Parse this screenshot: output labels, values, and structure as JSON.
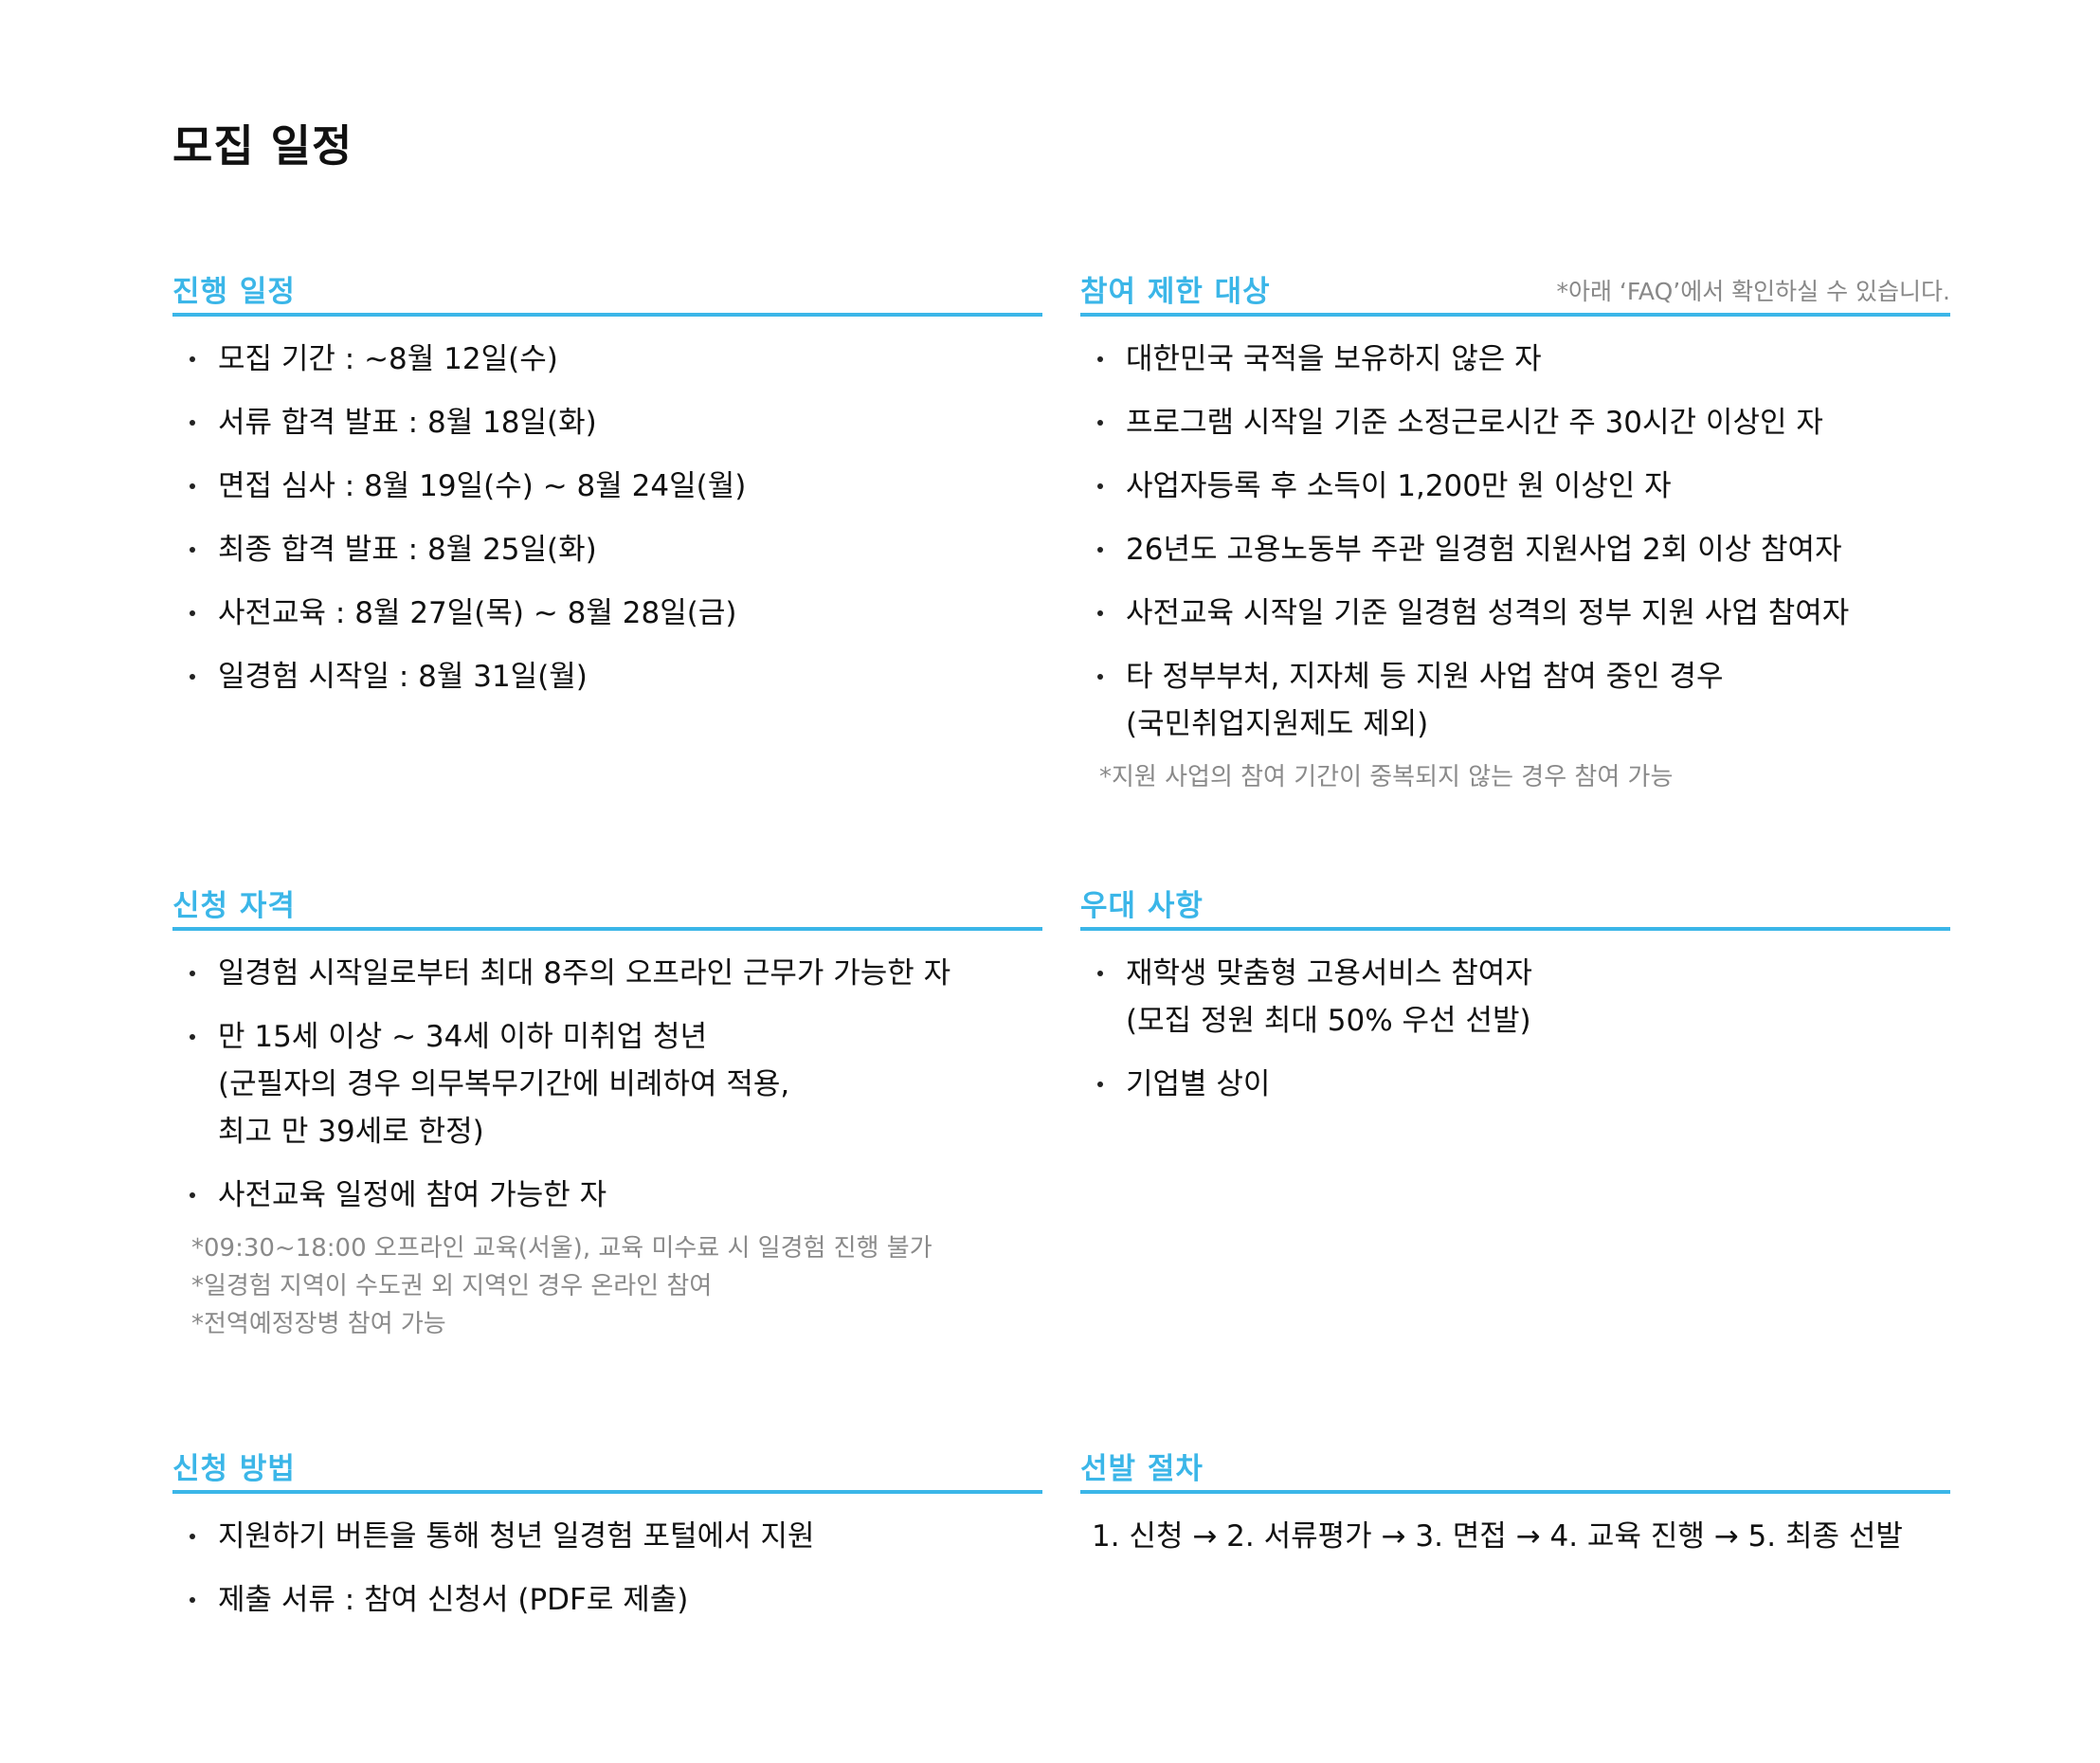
{
  "page_title": "모집 일정",
  "accent_color": "#3bb6e8",
  "sections": {
    "schedule": {
      "title": "진행 일정",
      "items": [
        "모집 기간 : ~8월 12일(수)",
        "서류 합격 발표 : 8월 18일(화)",
        "면접 심사 : 8월 19일(수) ~ 8월 24일(월)",
        "최종 합격 발표 : 8월 25일(화)",
        "사전교육 : 8월 27일(목) ~ 8월 28일(금)",
        "일경험 시작일 : 8월 31일(월)"
      ]
    },
    "restrictions": {
      "title": "참여 제한 대상",
      "note": "*아래 ‘FAQ’에서 확인하실 수 있습니다.",
      "items": [
        "대한민국 국적을 보유하지 않은 자",
        "프로그램 시작일 기준 소정근로시간 주 30시간 이상인 자",
        "사업자등록 후 소득이 1,200만 원 이상인 자",
        "26년도 고용노동부 주관 일경험 지원사업 2회 이상 참여자",
        "사전교육 시작일 기준 일경험 성격의 정부 지원 사업 참여자"
      ],
      "item6_line1": "타 정부부처, 지자체 등 지원 사업 참여 중인 경우",
      "item6_line2": "(국민취업지원제도 제외)",
      "footnote": "*지원 사업의 참여 기간이 중복되지 않는 경우 참여 가능"
    },
    "eligibility": {
      "title": "신청 자격",
      "item1": "일경험 시작일로부터 최대 8주의 오프라인 근무가 가능한 자",
      "item2_line1": "만 15세 이상 ~ 34세 이하 미취업 청년",
      "item2_line2": "(군필자의 경우 의무복무기간에 비례하여 적용,",
      "item2_line3": "최고 만 39세로 한정)",
      "item3": "사전교육 일정에 참여 가능한 자",
      "notes": [
        "*09:30~18:00 오프라인 교육(서울), 교육 미수료 시 일경험 진행 불가",
        "*일경험 지역이 수도권 외 지역인 경우 온라인 참여",
        "*전역예정장병 참여 가능"
      ]
    },
    "preference": {
      "title": "우대 사항",
      "item1_line1": "재학생 맞춤형 고용서비스 참여자",
      "item1_line2": "(모집 정원 최대 50% 우선 선발)",
      "item2": "기업별 상이"
    },
    "method": {
      "title": "신청 방법",
      "items": [
        "지원하기 버튼을 통해 청년 일경험 포털에서 지원",
        "제출 서류 : 참여 신청서 (PDF로 제출)"
      ]
    },
    "selection": {
      "title": "선발 절차",
      "process": "1. 신청 → 2. 서류평가 → 3. 면접 → 4. 교육 진행 → 5. 최종 선발"
    }
  }
}
